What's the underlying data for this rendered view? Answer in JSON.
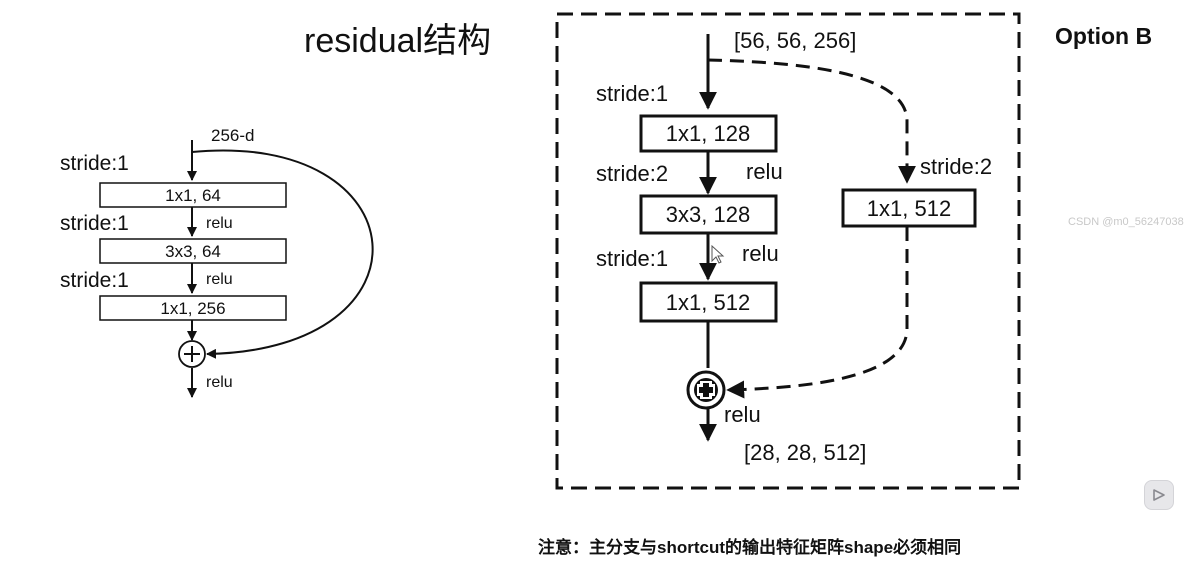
{
  "title": "residual结构",
  "left": {
    "input_dim": "256-d",
    "layers": [
      "1x1, 64",
      "3x3, 64",
      "1x1, 256"
    ],
    "strides": [
      "stride:1",
      "stride:1",
      "stride:1"
    ],
    "relu_labels": [
      "relu",
      "relu",
      "relu"
    ]
  },
  "right": {
    "option_label": "Option B",
    "input_shape": "[56, 56, 256]",
    "output_shape": "[28, 28, 512]",
    "main_layers": [
      "1x1, 128",
      "3x3, 128",
      "1x1, 512"
    ],
    "main_strides": [
      "stride:1",
      "stride:2",
      "stride:1"
    ],
    "relu_labels": [
      "relu",
      "relu",
      "relu"
    ],
    "shortcut_layer": "1x1, 512",
    "shortcut_stride": "stride:2"
  },
  "note": "注意：主分支与shortcut的输出特征矩阵shape必须相同",
  "watermark": "CSDN @m0_56247038",
  "icons": {
    "add": "plus-circle-icon",
    "play": "play-icon",
    "cursor": "cursor-icon"
  }
}
